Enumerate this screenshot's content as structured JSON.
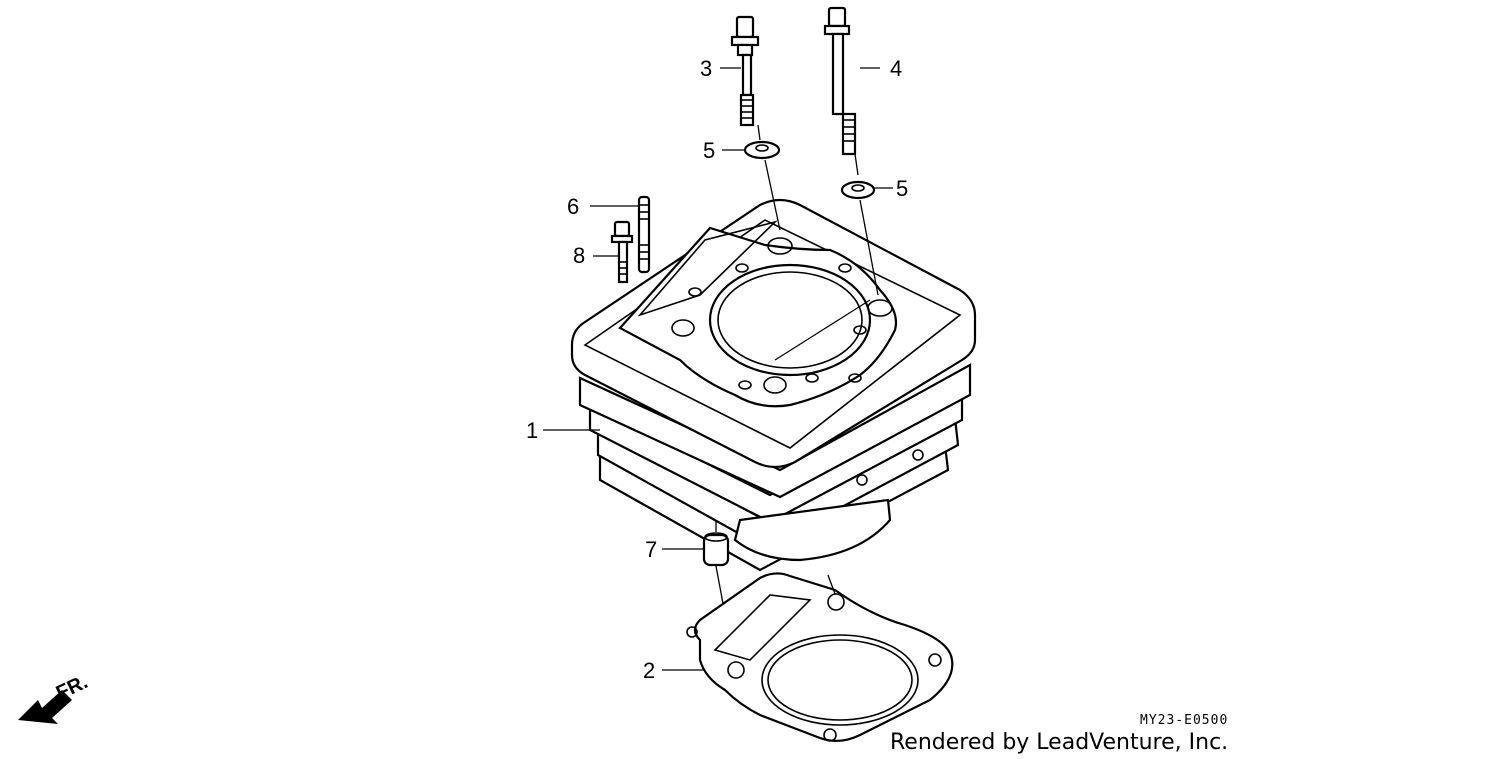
{
  "callouts": {
    "c1": "1",
    "c2": "2",
    "c3": "3",
    "c4": "4",
    "c5a": "5",
    "c5b": "5",
    "c6": "6",
    "c7": "7",
    "c8": "8"
  },
  "direction_label": "FR.",
  "part_code": "MY23-E0500",
  "credit": "Rendered by LeadVenture, Inc.",
  "icons": {
    "direction": "arrow-down-left-icon"
  }
}
